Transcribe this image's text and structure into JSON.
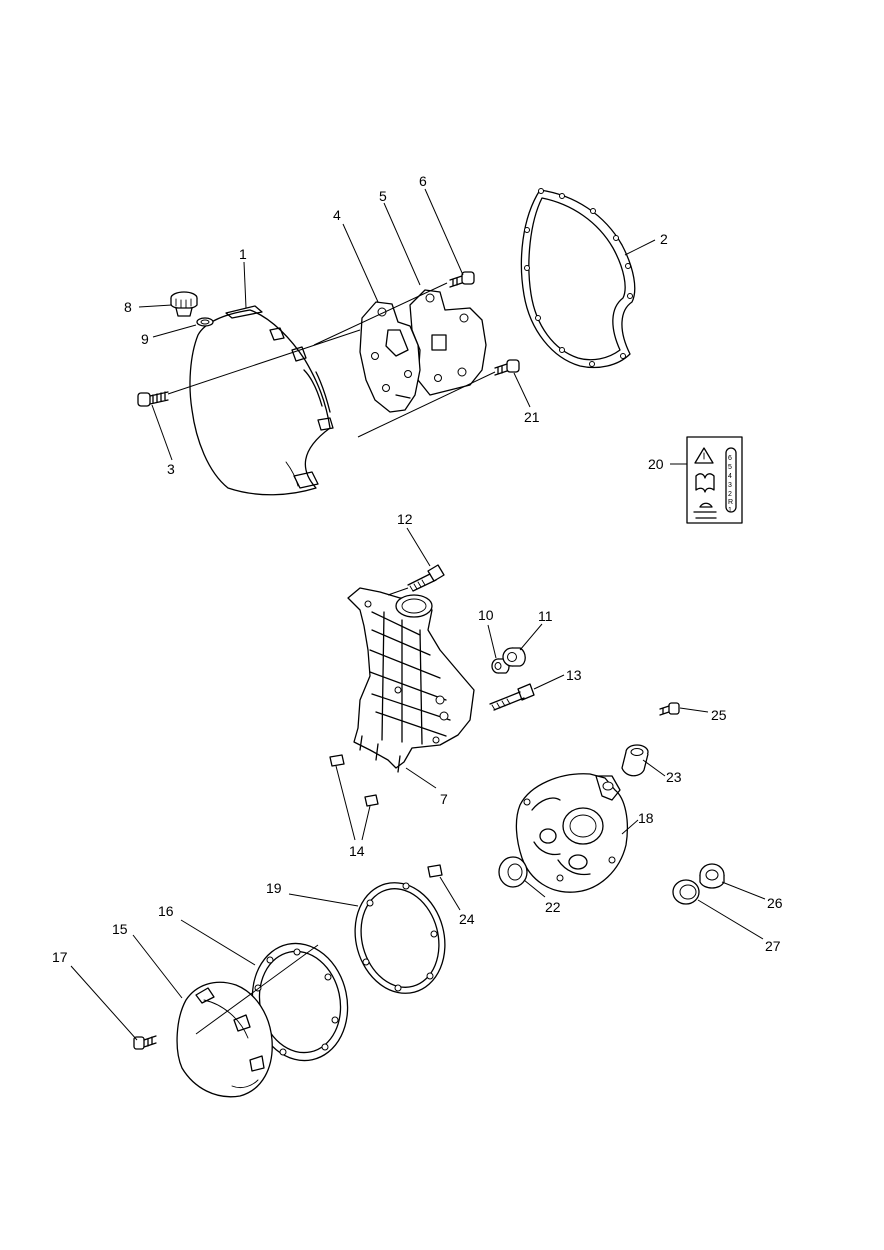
{
  "callouts": [
    {
      "id": "1",
      "text": "1"
    },
    {
      "id": "2",
      "text": "2"
    },
    {
      "id": "3",
      "text": "3"
    },
    {
      "id": "4",
      "text": "4"
    },
    {
      "id": "5",
      "text": "5"
    },
    {
      "id": "6",
      "text": "6"
    },
    {
      "id": "7",
      "text": "7"
    },
    {
      "id": "8",
      "text": "8"
    },
    {
      "id": "9",
      "text": "9"
    },
    {
      "id": "10",
      "text": "10"
    },
    {
      "id": "11",
      "text": "11"
    },
    {
      "id": "12",
      "text": "12"
    },
    {
      "id": "13",
      "text": "13"
    },
    {
      "id": "14",
      "text": "14"
    },
    {
      "id": "15",
      "text": "15"
    },
    {
      "id": "16",
      "text": "16"
    },
    {
      "id": "17",
      "text": "17"
    },
    {
      "id": "18",
      "text": "18"
    },
    {
      "id": "19",
      "text": "19"
    },
    {
      "id": "20",
      "text": "20"
    },
    {
      "id": "21",
      "text": "21"
    },
    {
      "id": "22",
      "text": "22"
    },
    {
      "id": "23",
      "text": "23"
    },
    {
      "id": "24",
      "text": "24"
    },
    {
      "id": "25",
      "text": "25"
    },
    {
      "id": "26",
      "text": "26"
    },
    {
      "id": "27",
      "text": "27"
    }
  ],
  "gear_label": {
    "digits": [
      "6",
      "5",
      "4",
      "3",
      "2",
      "R",
      "1"
    ]
  },
  "colors": {
    "line": "#000000",
    "background": "#ffffff"
  }
}
